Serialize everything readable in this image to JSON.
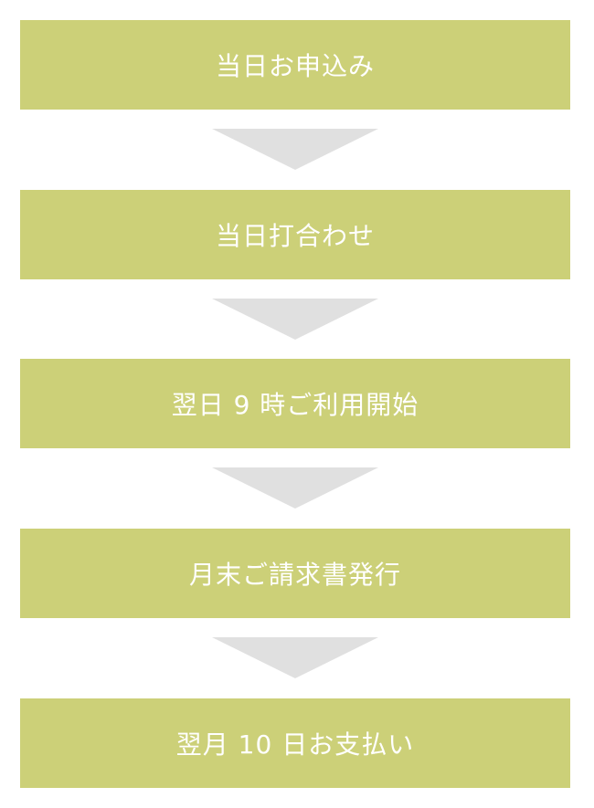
{
  "colors": {
    "step_background": "#ccd078",
    "step_text": "#ffffff",
    "arrow": "#e0e0e0"
  },
  "flow": {
    "steps": [
      {
        "label": "当日お申込み"
      },
      {
        "label": "当日打合わせ"
      },
      {
        "label": "翌日 9 時ご利用開始"
      },
      {
        "label": "月末ご請求書発行"
      },
      {
        "label": "翌月 10 日お支払い"
      }
    ]
  },
  "icons": {
    "connector": "down-arrow-icon"
  }
}
